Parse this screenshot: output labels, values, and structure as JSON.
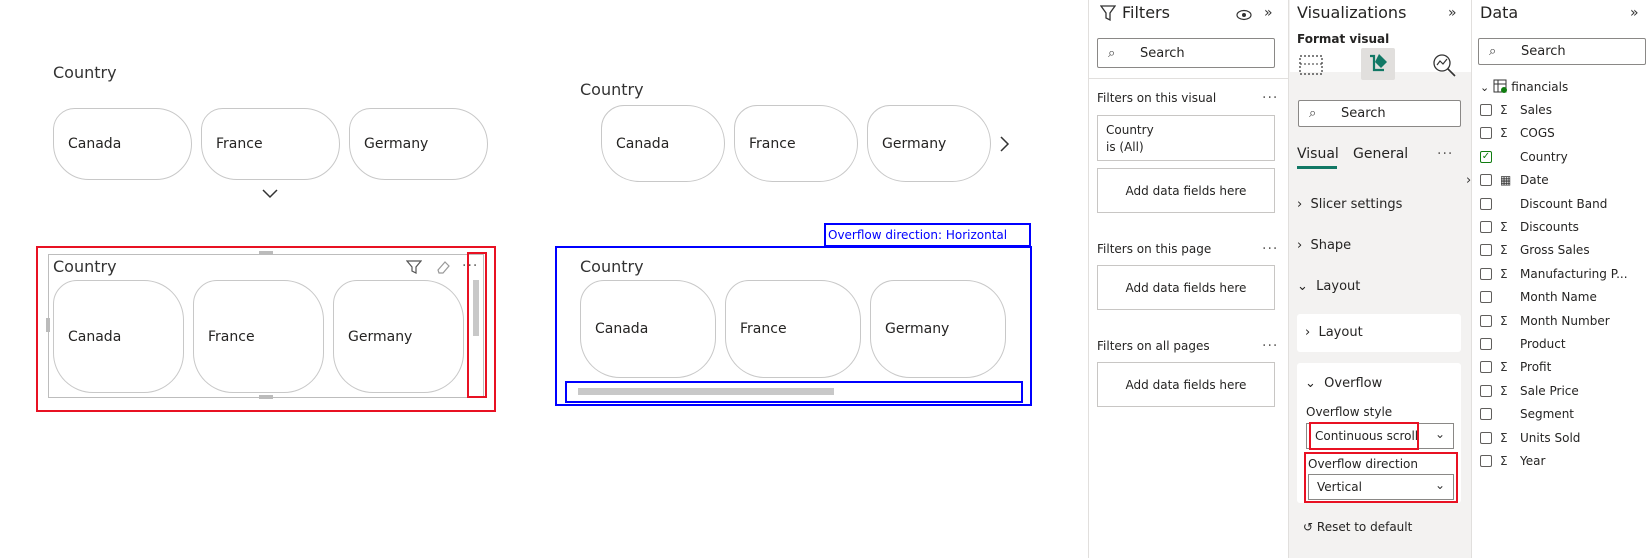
{
  "canvas": {
    "slicer1": {
      "title": "Country",
      "items": [
        "Canada",
        "France",
        "Germany"
      ],
      "more_icon": "chevron-down-icon"
    },
    "slicer2": {
      "title": "Country",
      "items": [
        "Canada",
        "France",
        "Germany"
      ],
      "next_icon": "chevron-right-icon"
    },
    "slicer3": {
      "title": "Country",
      "items": [
        "Canada",
        "France",
        "Germany"
      ],
      "header_icons": [
        "filter-icon",
        "eraser-icon",
        "more-options-icon"
      ]
    },
    "slicer4": {
      "title": "Country",
      "items": [
        "Canada",
        "France",
        "Germany"
      ],
      "annotation": "Overflow direction: Horizontal"
    },
    "annotation_colors": {
      "red": "#e81123",
      "blue": "#0000ff"
    }
  },
  "filters": {
    "title": "Filters",
    "search_placeholder": "Search",
    "on_visual": {
      "label": "Filters on this visual",
      "card_title": "Country",
      "card_value": "is (All)",
      "add": "Add data fields here"
    },
    "on_page": {
      "label": "Filters on this page",
      "add": "Add data fields here"
    },
    "all_pages": {
      "label": "Filters on all pages",
      "add": "Add data fields here"
    },
    "more": "···"
  },
  "visualizations": {
    "title": "Visualizations",
    "format_label": "Format visual",
    "search_placeholder": "Search",
    "tabs": [
      "Visual",
      "General"
    ],
    "more": "···",
    "sections": {
      "slicer_settings": "Slicer settings",
      "shape": "Shape",
      "layout": "Layout",
      "layout_sub": "Layout",
      "overflow": "Overflow",
      "overflow_style_label": "Overflow style",
      "overflow_style_value": "Continuous scroll",
      "overflow_direction_label": "Overflow direction",
      "overflow_direction_value": "Vertical",
      "reset": "Reset to default"
    },
    "accent": "#117865"
  },
  "data": {
    "title": "Data",
    "search_placeholder": "Search",
    "table": "financials",
    "fields": [
      {
        "name": "Sales",
        "sigma": "Σ",
        "checked": false
      },
      {
        "name": "COGS",
        "sigma": "Σ",
        "checked": false
      },
      {
        "name": "Country",
        "sigma": "",
        "checked": true
      },
      {
        "name": "Date",
        "sigma": "▦",
        "checked": false
      },
      {
        "name": "Discount Band",
        "sigma": "",
        "checked": false
      },
      {
        "name": "Discounts",
        "sigma": "Σ",
        "checked": false
      },
      {
        "name": "Gross Sales",
        "sigma": "Σ",
        "checked": false
      },
      {
        "name": "Manufacturing P...",
        "sigma": "Σ",
        "checked": false
      },
      {
        "name": "Month Name",
        "sigma": "",
        "checked": false
      },
      {
        "name": "Month Number",
        "sigma": "Σ",
        "checked": false
      },
      {
        "name": "Product",
        "sigma": "",
        "checked": false
      },
      {
        "name": "Profit",
        "sigma": "Σ",
        "checked": false
      },
      {
        "name": "Sale Price",
        "sigma": "Σ",
        "checked": false
      },
      {
        "name": "Segment",
        "sigma": "",
        "checked": false
      },
      {
        "name": "Units Sold",
        "sigma": "Σ",
        "checked": false
      },
      {
        "name": "Year",
        "sigma": "Σ",
        "checked": false
      }
    ]
  }
}
